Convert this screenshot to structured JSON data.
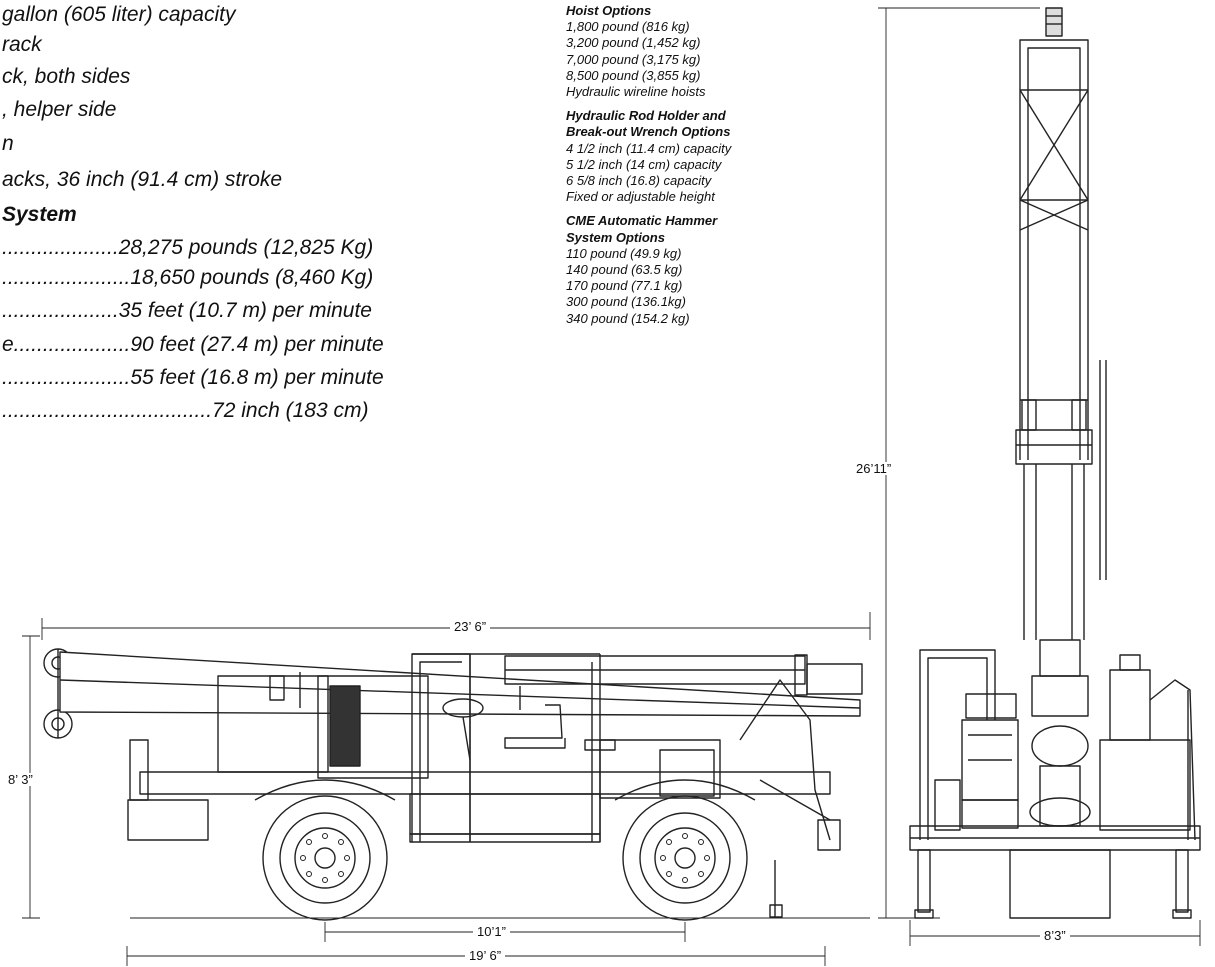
{
  "specs": {
    "lines": [
      "gallon (605 liter) capacity",
      "rack",
      "ck, both sides",
      ", helper side",
      "n",
      "acks, 36 inch (91.4 cm) stroke"
    ],
    "section_title": "System",
    "rows": [
      "....................28,275 pounds (12,825 Kg)",
      "......................18,650 pounds (8,460 Kg)",
      "....................35 feet (10.7 m) per minute",
      "e....................90 feet (27.4 m) per minute",
      "......................55 feet (16.8 m) per minute",
      "....................................72 inch (183 cm)"
    ]
  },
  "options": {
    "hoist": {
      "title": "Hoist Options",
      "items": [
        "1,800 pound (816 kg)",
        "3,200 pound (1,452 kg)",
        "7,000 pound (3,175 kg)",
        "8,500 pound (3,855 kg)",
        "Hydraulic wireline hoists"
      ]
    },
    "rod_holder": {
      "title_1": "Hydraulic Rod Holder and",
      "title_2": "Break-out Wrench Options",
      "items": [
        "4 1/2 inch (11.4 cm) capacity",
        "5 1/2 inch (14 cm) capacity",
        "6 5/8 inch (16.8) capacity",
        "Fixed or adjustable height"
      ]
    },
    "hammer": {
      "title_1": "CME Automatic Hammer",
      "title_2": "System Options",
      "items": [
        "110 pound (49.9 kg)",
        "140 pound (63.5 kg)",
        "170 pound (77.1 kg)",
        "300 pound (136.1kg)",
        "340 pound (154.2 kg)"
      ]
    }
  },
  "dimensions": {
    "overall_length": "23’ 6”",
    "height_side": "8’ 3”",
    "wheelbase": "10’1”",
    "chassis_length": "19’ 6”",
    "mast_height": "26’11”",
    "width_rear": "8’3”"
  }
}
